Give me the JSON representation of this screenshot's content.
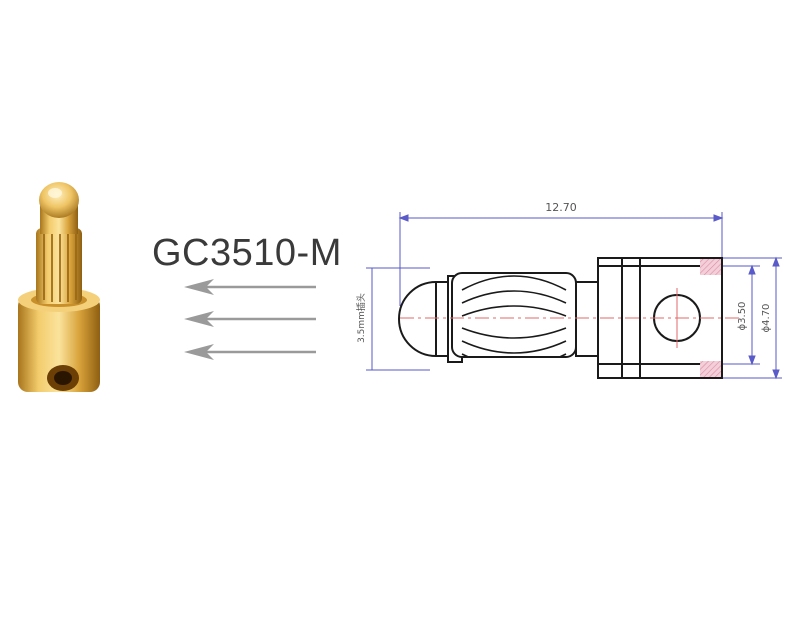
{
  "model_label": "GC3510-M",
  "dimensions": {
    "overall_length": "12.70",
    "pin_label": "3.5mm插头",
    "hole_diameter": "ϕ3.50",
    "outer_diameter": "ϕ4.70"
  },
  "colors": {
    "gold_light": "#f6d27a",
    "gold_mid": "#d9a43a",
    "gold_dark": "#9c6a16",
    "dimension_line": "#5a5ac8",
    "centerline": "#e06a6a",
    "hatch": "#e8a0b4",
    "arrow": "#9a9a9a"
  },
  "icons": [
    "arrow-left-icon",
    "arrow-left-icon",
    "arrow-left-icon"
  ]
}
